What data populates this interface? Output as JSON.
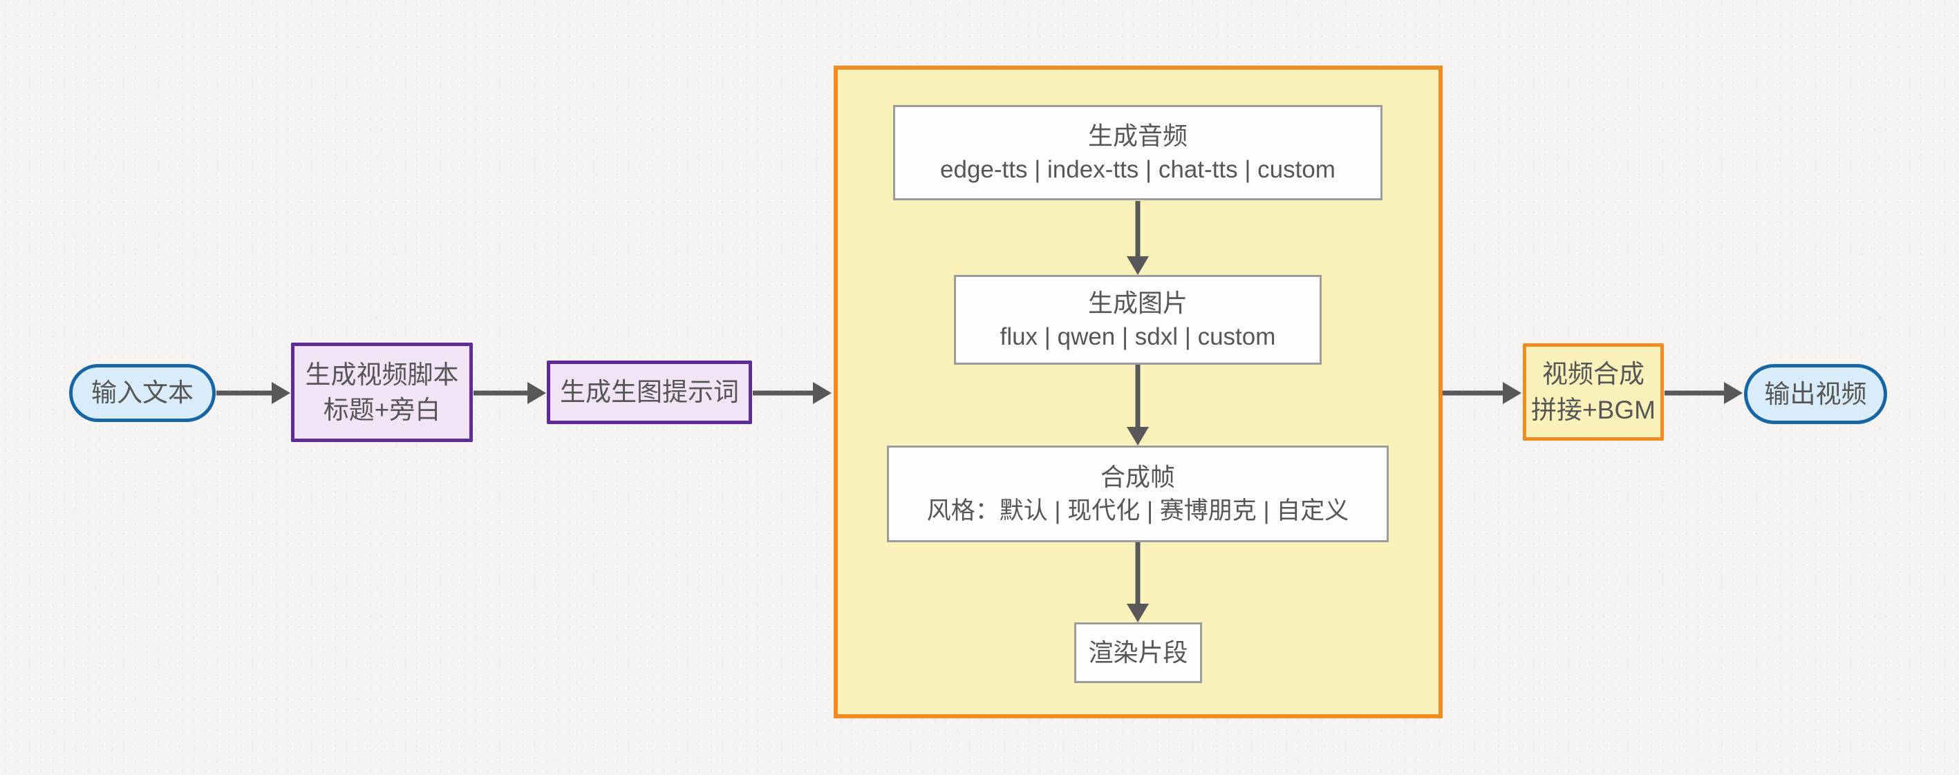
{
  "diagram": {
    "type": "flowchart",
    "direction": "left-to-right",
    "nodes": {
      "input": {
        "label": "输入文本"
      },
      "script": {
        "line1": "生成视频脚本",
        "line2": "标题+旁白"
      },
      "prompt": {
        "label": "生成生图提示词"
      },
      "audio": {
        "title": "生成音频",
        "options": "edge-tts | index-tts | chat-tts | custom"
      },
      "image": {
        "title": "生成图片",
        "options": "flux | qwen | sdxl | custom"
      },
      "frame": {
        "title": "合成帧",
        "options": "风格：默认 | 现代化 | 赛博朋克 | 自定义"
      },
      "render": {
        "label": "渲染片段"
      },
      "compose": {
        "line1": "视频合成",
        "line2": "拼接+BGM"
      },
      "output": {
        "label": "输出视频"
      }
    },
    "colors": {
      "background": "#f5f4f2",
      "terminal_fill": "#d9ecf9",
      "terminal_border": "#1666a5",
      "process_fill": "#f2e4f7",
      "process_border": "#5e2b97",
      "container_fill": "#fbf1bb",
      "container_border": "#f08c21",
      "step_fill": "#fefefe",
      "step_border": "#9c9c9c",
      "arrow": "#58585a",
      "text": "#565656"
    }
  }
}
